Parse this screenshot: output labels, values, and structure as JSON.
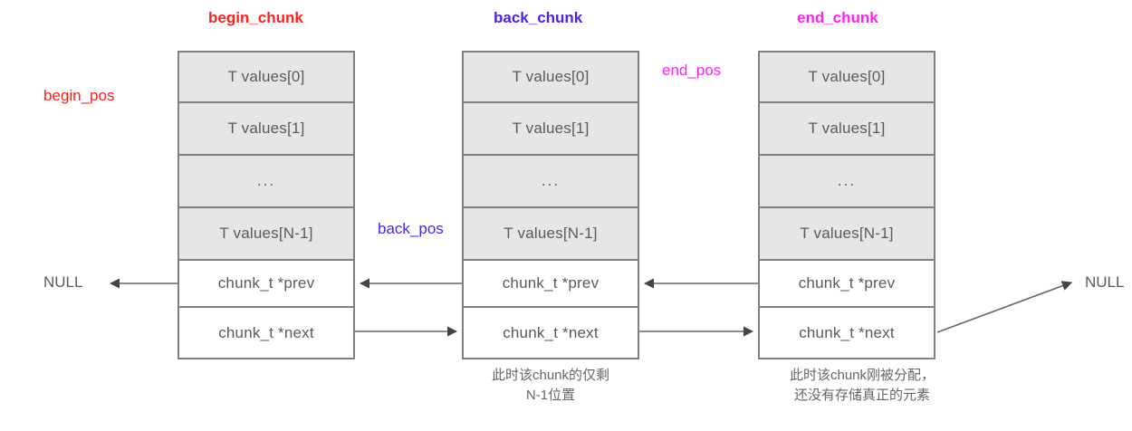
{
  "diagram": {
    "title_row": {
      "begin_chunk": "begin_chunk",
      "back_chunk": "back_chunk",
      "end_chunk": "end_chunk"
    },
    "colors": {
      "begin": "#ff2020",
      "back": "#4b22e0",
      "end": "#ff22ec",
      "border": "#808080",
      "cell_fill": "#e6e6e6",
      "text": "#5a5a5a",
      "note_text": "#666666"
    },
    "pos_labels": {
      "begin_pos": "begin_pos",
      "back_pos": "back_pos",
      "end_pos": "end_pos"
    },
    "null_left": "NULL",
    "null_right": "NULL",
    "cells": {
      "value_0": "T values[0]",
      "value_1": "T values[1]",
      "ellipsis": "...",
      "value_n": "T values[N-1]",
      "prev": "chunk_t *prev",
      "next": "chunk_t *next"
    },
    "chunks": [
      {
        "id": "begin",
        "title": "begin_chunk",
        "rows": [
          "T values[0]",
          "T values[1]",
          "...",
          "T values[N-1]",
          "chunk_t *prev",
          "chunk_t *next"
        ]
      },
      {
        "id": "back",
        "title": "back_chunk",
        "rows": [
          "T values[0]",
          "T values[1]",
          "...",
          "T values[N-1]",
          "chunk_t *prev",
          "chunk_t *next"
        ]
      },
      {
        "id": "end",
        "title": "end_chunk",
        "rows": [
          "T values[0]",
          "T values[1]",
          "...",
          "T values[N-1]",
          "chunk_t *prev",
          "chunk_t *next"
        ]
      }
    ],
    "notes": {
      "back_note": "此时该chunk的仅剩\nN-1位置",
      "end_note": "此时该chunk刚被分配，\n还没有存储真正的元素"
    }
  }
}
